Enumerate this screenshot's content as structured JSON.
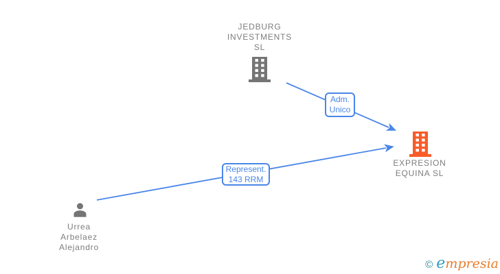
{
  "colors": {
    "edge": "#4a86e8",
    "entity-text": "#7d7d7d",
    "icon-gray": "#757575",
    "icon-orange": "#f95b28",
    "logo-teal": "#2e8b9a",
    "logo-blue": "#2f9fc0",
    "logo-orange": "#e87d2b"
  },
  "nodes": {
    "jedburg": {
      "type": "company",
      "name": "JEDBURG INVESTMENTS SL",
      "lines": [
        "JEDBURG",
        "INVESTMENTS",
        "SL"
      ]
    },
    "expresion": {
      "type": "company",
      "name": "EXPRESION EQUINA SL",
      "lines": [
        "EXPRESION",
        "EQUINA SL"
      ]
    },
    "urrea": {
      "type": "person",
      "name": "Urrea Arbelaez Alejandro",
      "lines": [
        "Urrea",
        "Arbelaez",
        "Alejandro"
      ]
    }
  },
  "edges": {
    "adm": {
      "from": "JEDBURG INVESTMENTS SL",
      "to": "EXPRESION EQUINA SL",
      "label_lines": [
        "Adm.",
        "Unico"
      ]
    },
    "represent": {
      "from": "Urrea Arbelaez Alejandro",
      "to": "EXPRESION EQUINA SL",
      "label_lines": [
        "Represent.",
        "143 RRM"
      ]
    }
  },
  "footer": {
    "copyright": "©",
    "brand_first": "e",
    "brand_rest": "mpresia"
  }
}
